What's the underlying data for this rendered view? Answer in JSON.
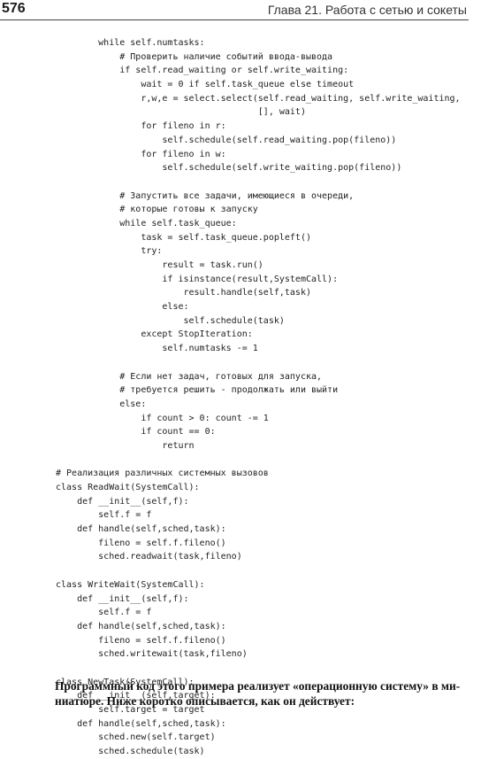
{
  "header": {
    "page_number": "576",
    "running_title": "Глава 21. Работа с сетью и сокеты"
  },
  "code_lines": [
    "        while self.numtasks:",
    "            # Проверить наличие событий ввода-вывода",
    "            if self.read_waiting or self.write_waiting:",
    "                wait = 0 if self.task_queue else timeout",
    "                r,w,e = select.select(self.read_waiting, self.write_waiting,",
    "                                      [], wait)",
    "                for fileno in r:",
    "                    self.schedule(self.read_waiting.pop(fileno))",
    "                for fileno in w:",
    "                    self.schedule(self.write_waiting.pop(fileno))",
    "",
    "            # Запустить все задачи, имеющиеся в очереди,",
    "            # которые готовы к запуску",
    "            while self.task_queue:",
    "                task = self.task_queue.popleft()",
    "                try:",
    "                    result = task.run()",
    "                    if isinstance(result,SystemCall):",
    "                        result.handle(self,task)",
    "                    else:",
    "                        self.schedule(task)",
    "                except StopIteration:",
    "                    self.numtasks -= 1",
    "",
    "            # Если нет задач, готовых для запуска,",
    "            # требуется решить - продолжать или выйти",
    "            else:",
    "                if count > 0: count -= 1",
    "                if count == 0:",
    "                    return",
    "",
    "# Реализация различных системных вызовов",
    "class ReadWait(SystemCall):",
    "    def __init__(self,f):",
    "        self.f = f",
    "    def handle(self,sched,task):",
    "        fileno = self.f.fileno()",
    "        sched.readwait(task,fileno)",
    "",
    "class WriteWait(SystemCall):",
    "    def __init__(self,f):",
    "        self.f = f",
    "    def handle(self,sched,task):",
    "        fileno = self.f.fileno()",
    "        sched.writewait(task,fileno)",
    "",
    "class NewTask(SystemCall):",
    "    def __init__(self,target):",
    "        self.target = target",
    "    def handle(self,sched,task):",
    "        sched.new(self.target)",
    "        sched.schedule(task)"
  ],
  "paragraph": {
    "line1": "Программный код этого примера реализует «операционную систему» в ми-",
    "line2": "ниатюре. Ниже коротко описывается, как он действует:"
  }
}
